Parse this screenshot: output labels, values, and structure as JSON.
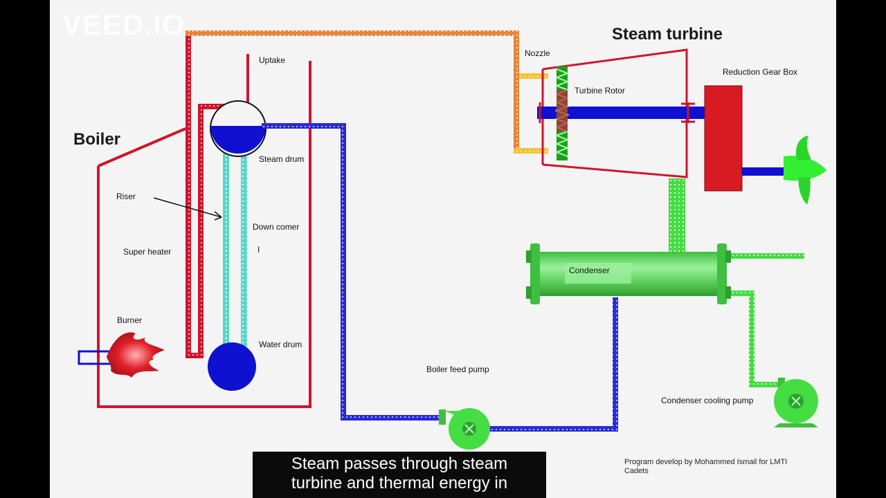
{
  "watermark": "VEED.IO",
  "labels": {
    "boiler": "Boiler",
    "steam_turbine": "Steam turbine",
    "uptake": "Uptake",
    "nozzle": "Nozzle",
    "turbine_rotor": "Turbine Rotor",
    "reduction_gear_box": "Reduction Gear Box",
    "steam_drum": "Steam drum",
    "riser": "Riser",
    "down_comer": "Down comer",
    "super_heater": "Super heater",
    "burner": "Burner",
    "water_drum": "Water drum",
    "condenser": "Condenser",
    "boiler_feed_pump": "Boiler feed pump",
    "condenser_cooling_pump": "Condenser cooling pump",
    "stray_mark": "I"
  },
  "caption": {
    "line1": "Steam passes through steam",
    "line2": "turbine and thermal energy in"
  },
  "credit": "Program develop by Mohammed Ismail for LMTI Cadets",
  "colors": {
    "boiler_wall": "#d0142c",
    "steam_pipe": "#e8843a",
    "feed_water": "#2a2ad6",
    "down_comer": "#58d6c8",
    "condenser": "#44dd44",
    "gear_box": "#d81a22",
    "shaft": "#1010d0"
  }
}
